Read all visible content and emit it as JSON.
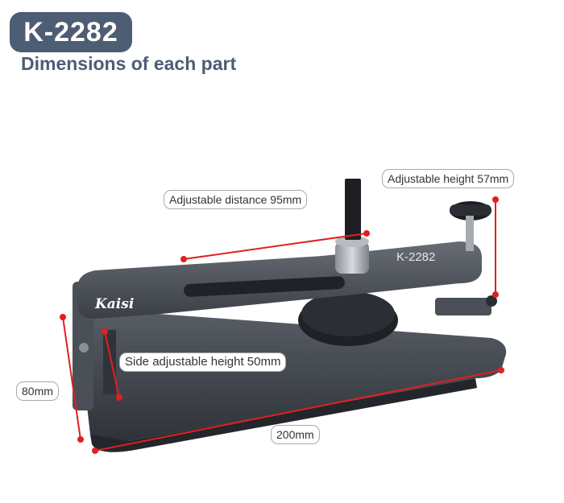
{
  "header": {
    "model": "K-2282",
    "subtitle": "Dimensions of each part"
  },
  "product": {
    "brand_mark": "Kaisi",
    "body_label": "K-2282"
  },
  "dimensions": {
    "adjustable_distance": "Adjustable distance 95mm",
    "adjustable_height": "Adjustable height 57mm",
    "side_adjustable_height": "Side adjustable height 50mm",
    "width": "80mm",
    "length": "200mm"
  },
  "colors": {
    "badge": "#4d5d74",
    "measure_line": "#e02020",
    "tool_body": "#3a3e45"
  }
}
